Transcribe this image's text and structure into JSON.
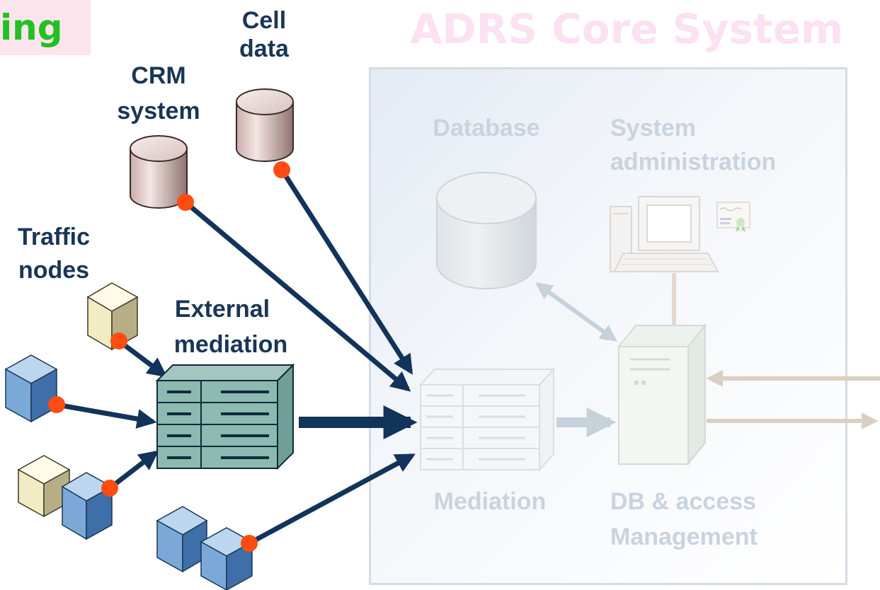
{
  "header": {
    "left_title": "ing",
    "right_title": "ADRS Core System"
  },
  "labels": {
    "cell_data": [
      "Cell",
      "data"
    ],
    "crm_system": [
      "CRM",
      "system"
    ],
    "traffic_nodes": [
      "Traffic",
      "nodes"
    ],
    "external_mediation": [
      "External",
      "mediation"
    ],
    "database": "Database",
    "system_administration": [
      "System",
      "administration"
    ],
    "mediation": "Mediation",
    "db_access_management": [
      "DB & access",
      "Management"
    ]
  },
  "colors": {
    "arrow_dark": "#12335a",
    "connector_dot": "#ff4c12",
    "faded_label": "#c9d3de",
    "core_title": "#fbe1f1",
    "left_title_text": "#22c022",
    "left_title_bg": "#fce4ec",
    "faded_arrow_beige": "#dbcfc3",
    "faded_arrow_blue": "#c5d1db"
  }
}
